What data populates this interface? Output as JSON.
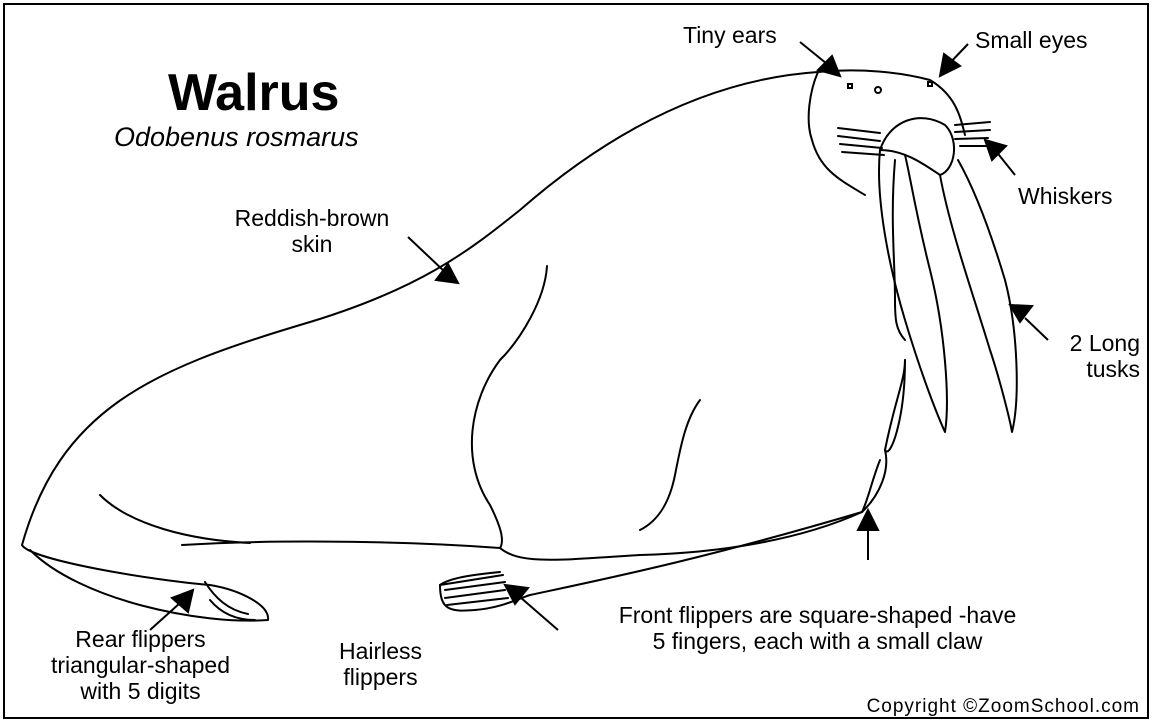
{
  "diagram": {
    "title": "Walrus",
    "subtitle": "Odobenus rosmarus",
    "copyright": "Copyright ©ZoomSchool.com",
    "labels": {
      "tiny_ears": "Tiny ears",
      "small_eyes": "Small eyes",
      "whiskers": "Whiskers",
      "skin": [
        "Reddish-brown",
        "skin"
      ],
      "tusks": [
        "2 Long",
        "tusks"
      ],
      "rear_flippers": [
        "Rear flippers",
        "triangular-shaped",
        "with 5 digits"
      ],
      "hairless_flippers": [
        "Hairless",
        "flippers"
      ],
      "front_flippers": [
        "Front flippers are square-shaped -have",
        "5 fingers, each with a small claw"
      ]
    }
  },
  "colors": {
    "line": "#000000",
    "background": "#ffffff"
  }
}
